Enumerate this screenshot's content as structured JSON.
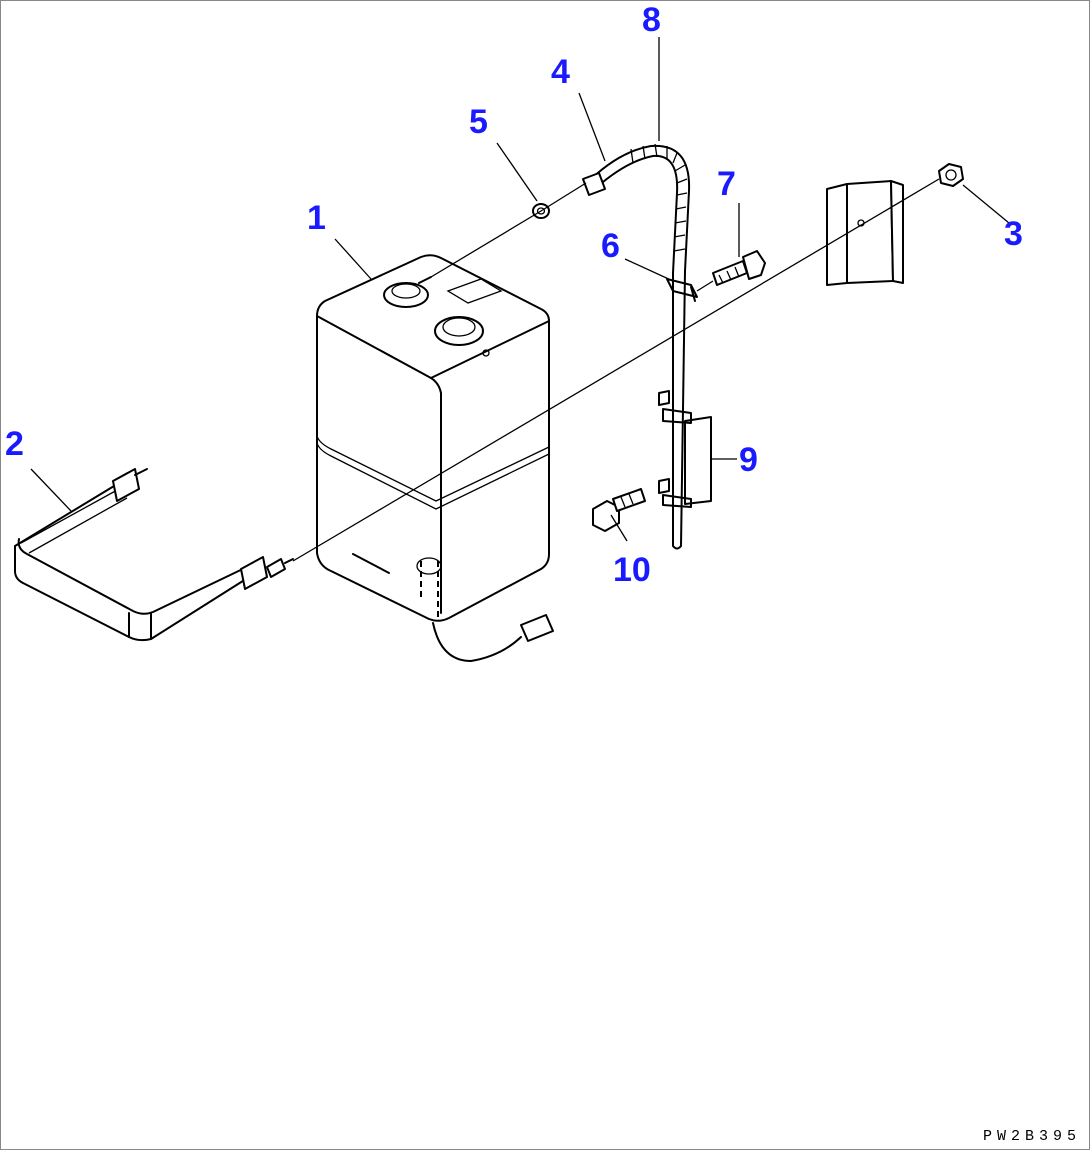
{
  "diagram": {
    "callouts": [
      {
        "id": "c1",
        "label": "1"
      },
      {
        "id": "c2",
        "label": "2"
      },
      {
        "id": "c3",
        "label": "3"
      },
      {
        "id": "c4",
        "label": "4"
      },
      {
        "id": "c5",
        "label": "5"
      },
      {
        "id": "c6",
        "label": "6"
      },
      {
        "id": "c7",
        "label": "7"
      },
      {
        "id": "c8",
        "label": "8"
      },
      {
        "id": "c9",
        "label": "9"
      },
      {
        "id": "c10",
        "label": "10"
      }
    ],
    "drawing_code": "PW2B395"
  },
  "colors": {
    "callout": "#1a1aff",
    "line": "#000000",
    "background": "#ffffff"
  }
}
